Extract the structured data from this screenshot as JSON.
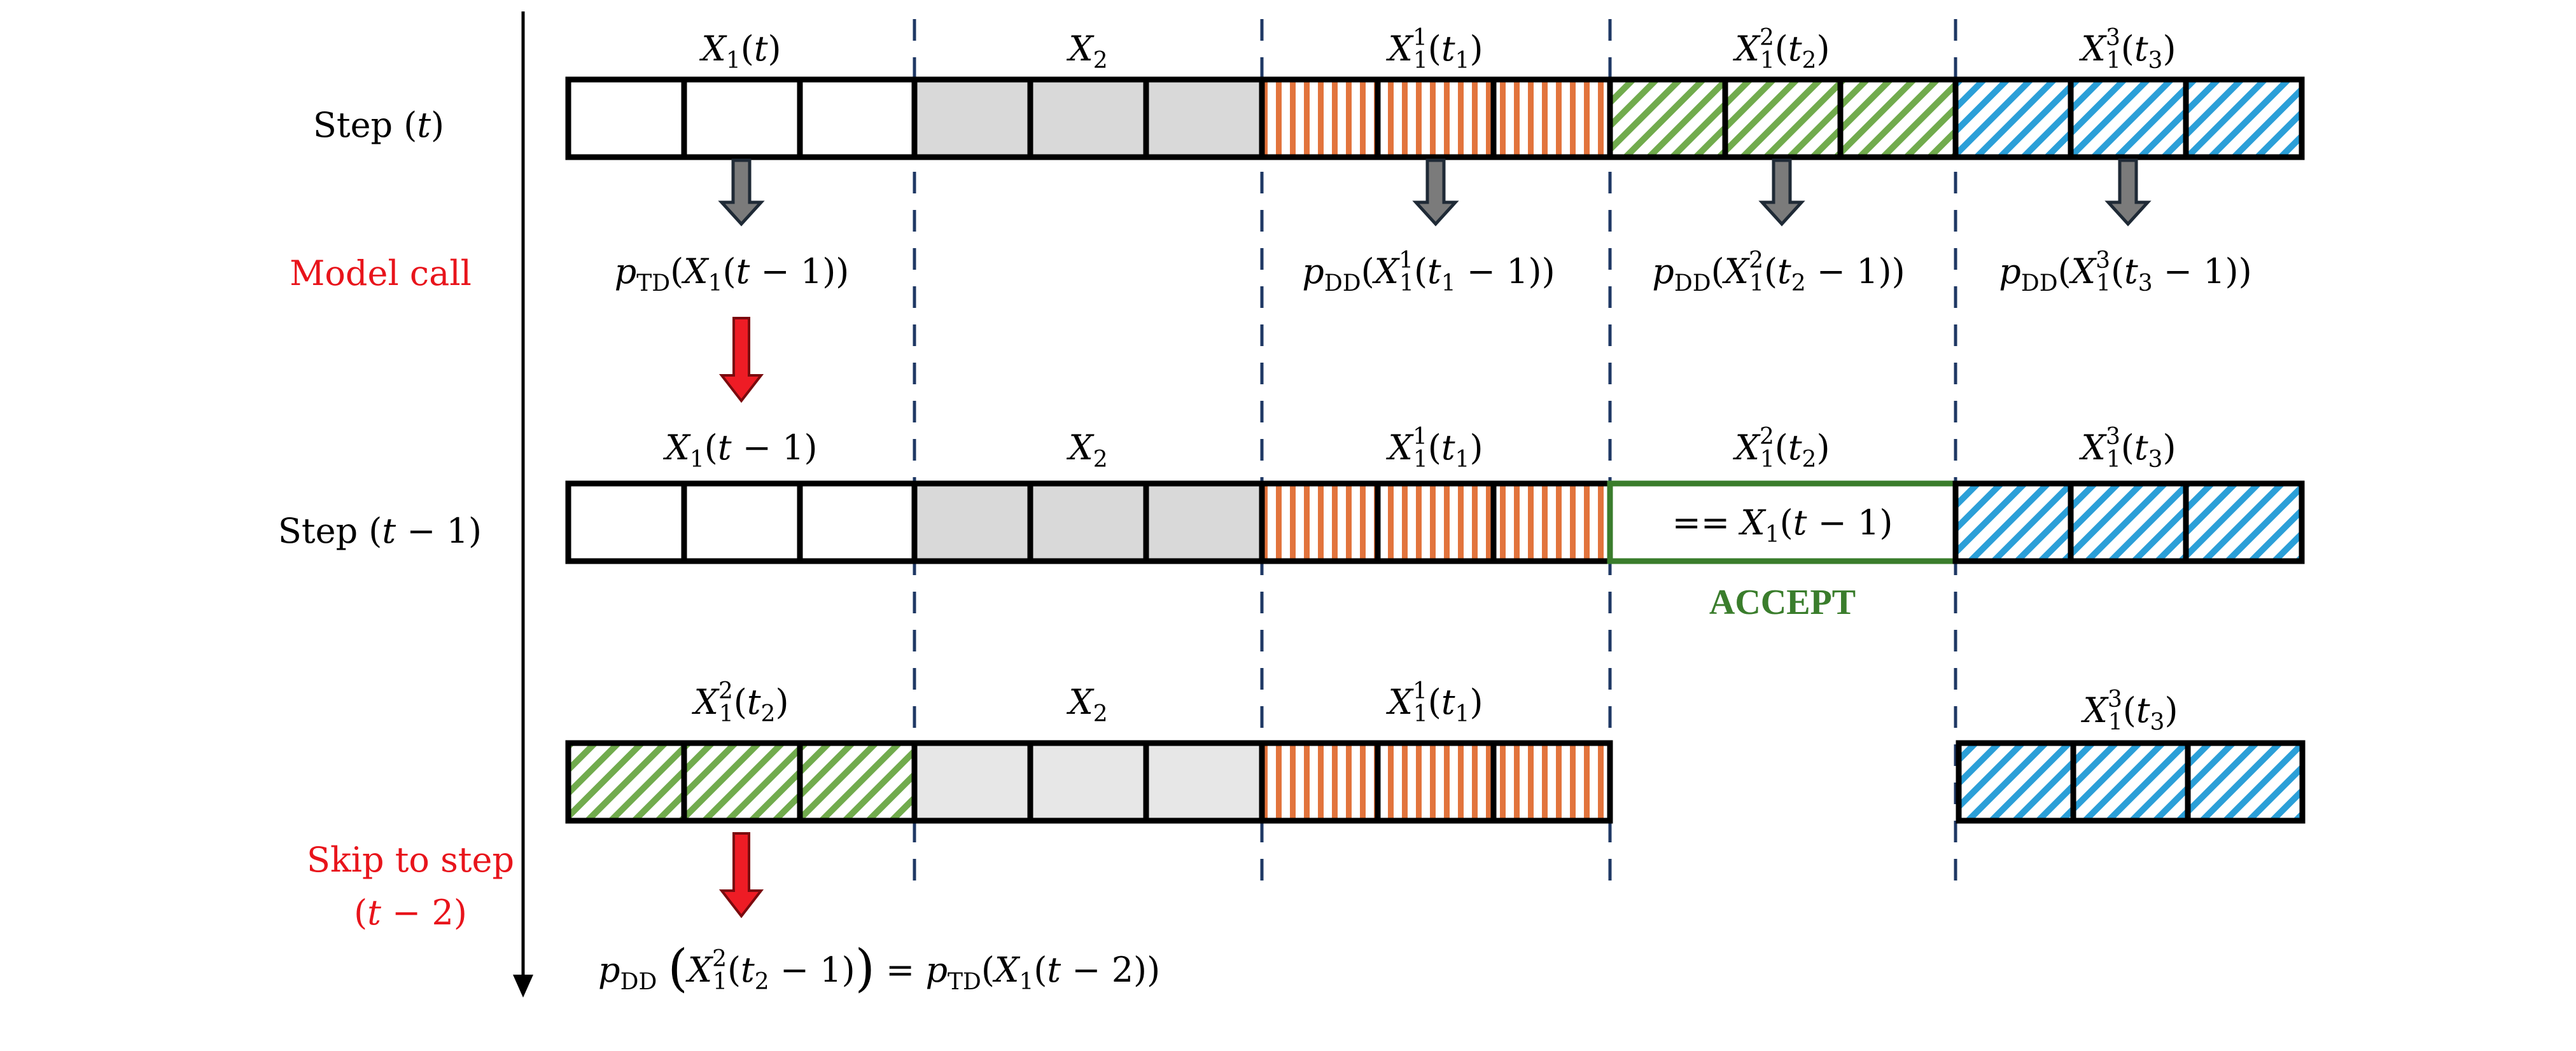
{
  "colors": {
    "white_block": "#ffffff",
    "gray_block": "#d9d9d9",
    "gray_block_light": "#e7e7e7",
    "orange_stripe": "#e2743d",
    "green_stripe": "#71ab4d",
    "blue_stripe": "#2b9fd8",
    "accept_green": "#3a7d2c",
    "red_text": "#e8141b",
    "red_arrow": "#ee1c25",
    "gray_arrow": "#7b7b7b",
    "outline": "#000000",
    "divider": "#1f3864"
  },
  "left_labels": {
    "step_t": "Step (t)",
    "model_call": "Model call",
    "step_t1": "Step (t − 1)",
    "skip_line1": "Skip to step",
    "skip_line2": "(t − 2)"
  },
  "rows": [
    {
      "segments": [
        {
          "label": "X_1(t)",
          "fill": "white"
        },
        {
          "label": "X_2",
          "fill": "gray"
        },
        {
          "label": "X_1^1(t_1)",
          "fill": "orange"
        },
        {
          "label": "X_1^2(t_2)",
          "fill": "green"
        },
        {
          "label": "X_1^3(t_3)",
          "fill": "blue"
        }
      ]
    },
    {
      "segments": [
        {
          "label": "X_1(t − 1)",
          "fill": "white"
        },
        {
          "label": "X_2",
          "fill": "gray"
        },
        {
          "label": "X_1^1(t_1)",
          "fill": "orange"
        },
        {
          "label": "X_1^2(t_2)",
          "fill": "accepted",
          "inner_text": "== X_1(t − 1)"
        },
        {
          "label": "X_1^3(t_3)",
          "fill": "blue"
        }
      ],
      "accept_label": "ACCEPT"
    },
    {
      "segments": [
        {
          "label": "X_1^2(t_2)",
          "fill": "green"
        },
        {
          "label": "X_2",
          "fill": "gray_light"
        },
        {
          "label": "X_1^1(t_1)",
          "fill": "orange"
        },
        {
          "label": "",
          "fill": "none"
        },
        {
          "label": "X_1^3(t_3)",
          "fill": "blue"
        }
      ]
    }
  ],
  "model_calls": [
    "p_TD(X_1(t − 1))",
    "p_DD(X_1^1(t_1 − 1))",
    "p_DD(X_1^2(t_2 − 1))",
    "p_DD(X_1^3(t_3 − 1))"
  ],
  "final_equation": "p_DD(X_1^2(t_2 − 1)) = p_TD(X_1(t − 2))"
}
